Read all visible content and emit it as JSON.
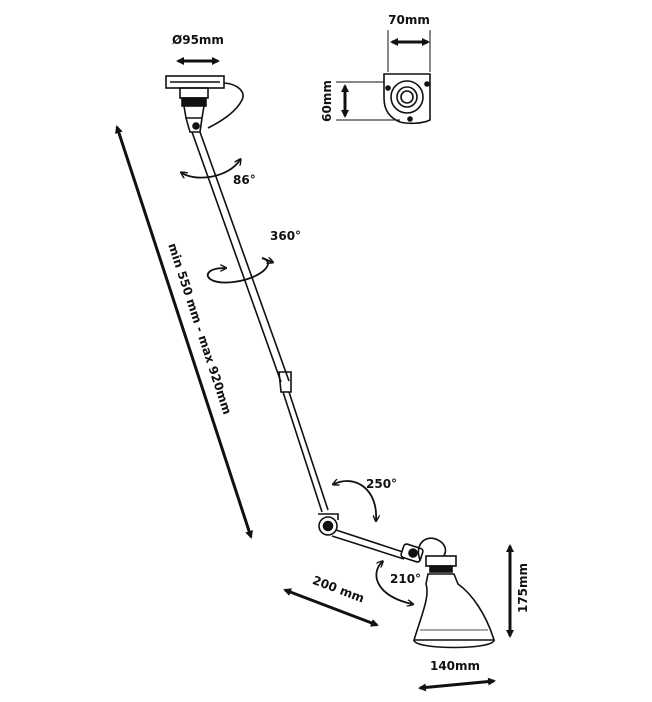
{
  "labels": {
    "base_diameter": "Ø95mm",
    "plate_width": "70mm",
    "plate_height": "60mm",
    "top_rotation": "86°",
    "arm_rotation": "360°",
    "arm_length": "min 550 mm - max 920mm",
    "elbow_rotation": "250°",
    "shade_joint_rotation": "210°",
    "lower_arm_length": "200 mm",
    "shade_height": "175mm",
    "shade_width": "140mm"
  },
  "colors": {
    "line": "#111111",
    "background": "#ffffff"
  }
}
